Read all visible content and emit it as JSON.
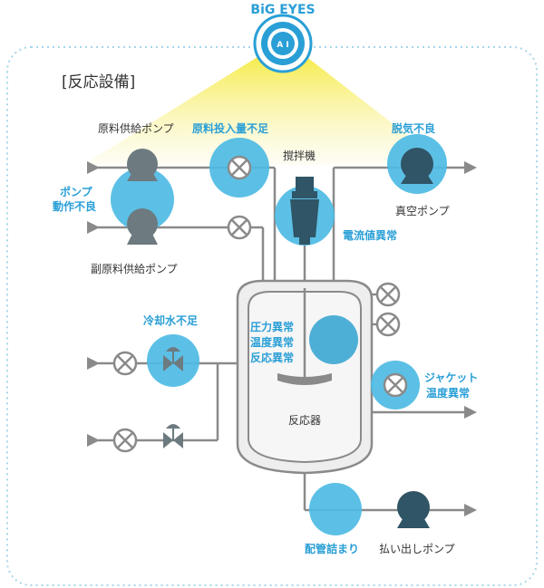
{
  "brand": {
    "name": "BiG EYES",
    "logo_text": "A I"
  },
  "section_title": "[反応設備]",
  "labels": {
    "raw_feed_pump": "原料供給ポンプ",
    "sub_raw_feed_pump": "副原料供給ポンプ",
    "agitator": "撹拌機",
    "vacuum_pump": "真空ポンプ",
    "reactor": "反応器",
    "discharge_pump": "払い出しポンプ"
  },
  "alerts": {
    "feed_amount_shortage": "原料投入量不足",
    "degassing_failure": "脱気不良",
    "pump_failure_1": "ポンプ",
    "pump_failure_2": "動作不良",
    "current_abnormal": "電流値異常",
    "cooling_water_shortage": "冷却水不足",
    "pressure_abnormal": "圧力異常",
    "temperature_abnormal": "温度異常",
    "reaction_abnormal": "反応異常",
    "jacket_1": "ジャケット",
    "jacket_2": "温度異常",
    "pipe_clogging": "配管詰まり"
  },
  "colors": {
    "alert": "#4ebbe4",
    "alert_text": "#2a9fd6",
    "pipe": "#8a8a8a",
    "beam": "#f5ea3a",
    "vessel_fill": "#eeeeee",
    "pump_body": "#6d7a7f",
    "frame_border": "#a9d5ea"
  }
}
